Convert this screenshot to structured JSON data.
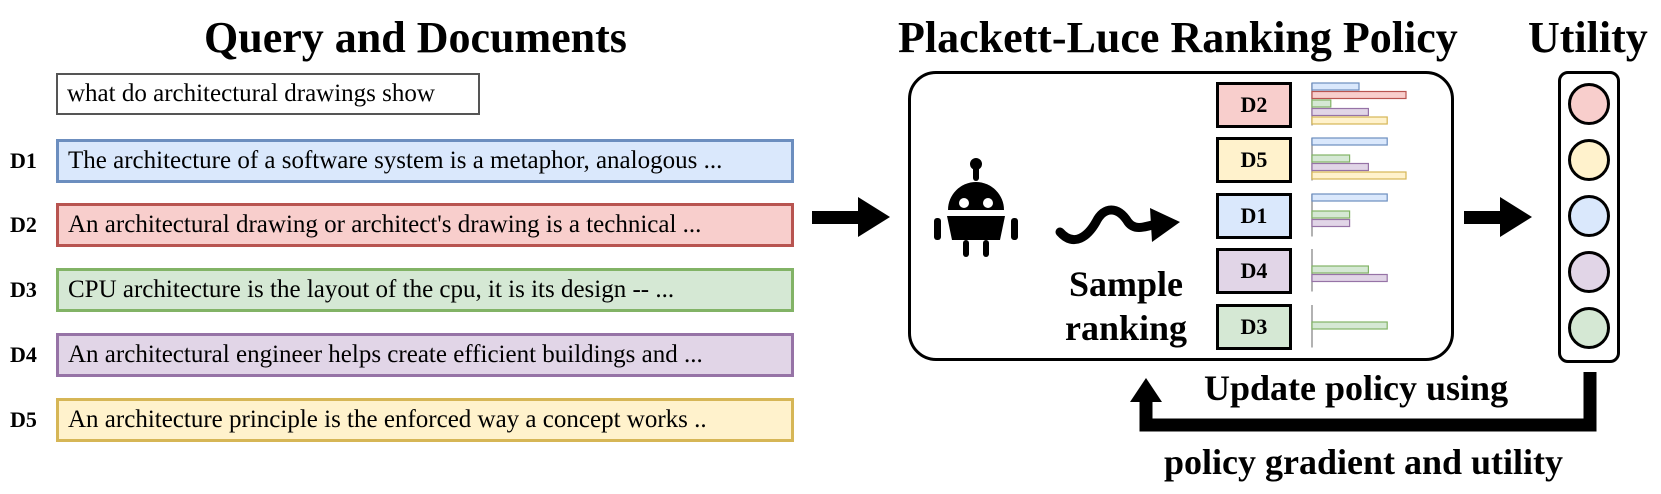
{
  "titles": {
    "query_and_documents": "Query and Documents",
    "ranking_policy": "Plackett-Luce Ranking Policy",
    "utility": "Utility"
  },
  "query": "what do architectural drawings show",
  "documents": [
    {
      "id": "D1",
      "text": "The architecture of a software system is a metaphor, analogous ...",
      "color": "blue"
    },
    {
      "id": "D2",
      "text": "An architectural drawing or architect's drawing is a technical ...",
      "color": "red"
    },
    {
      "id": "D3",
      "text": "CPU architecture is the layout of the cpu, it is its design -- ...",
      "color": "green"
    },
    {
      "id": "D4",
      "text": "An architectural engineer helps create efficient buildings and ...",
      "color": "purple"
    },
    {
      "id": "D5",
      "text": "An architecture principle is the enforced way a concept works ..",
      "color": "yellow"
    }
  ],
  "sample_label_line1": "Sample",
  "sample_label_line2": "ranking",
  "ranking": [
    {
      "id": "D2",
      "color": "red",
      "bars": {
        "blue": 0.5,
        "red": 1.0,
        "green": 0.2,
        "purple": 0.6,
        "yellow": 0.8
      }
    },
    {
      "id": "D5",
      "color": "yellow",
      "bars": {
        "blue": 0.8,
        "red": 0.0,
        "green": 0.4,
        "purple": 0.6,
        "yellow": 1.0
      }
    },
    {
      "id": "D1",
      "color": "blue",
      "bars": {
        "blue": 0.8,
        "red": 0.0,
        "green": 0.4,
        "purple": 0.4,
        "yellow": 0.0
      }
    },
    {
      "id": "D4",
      "color": "purple",
      "bars": {
        "blue": 0.0,
        "red": 0.0,
        "green": 0.6,
        "purple": 0.8,
        "yellow": 0.0
      }
    },
    {
      "id": "D3",
      "color": "green",
      "bars": {
        "blue": 0.0,
        "red": 0.0,
        "green": 0.8,
        "purple": 0.0,
        "yellow": 0.0
      }
    }
  ],
  "utility_circles": [
    "red",
    "yellow",
    "blue",
    "purple",
    "green"
  ],
  "update_line1": "Update policy using",
  "update_line2": "policy gradient and utility",
  "colors": {
    "blue": {
      "fill": "#dae8fc",
      "stroke": "#6c8ebf"
    },
    "red": {
      "fill": "#f8cecc",
      "stroke": "#b85450"
    },
    "green": {
      "fill": "#d5e8d4",
      "stroke": "#82b366"
    },
    "purple": {
      "fill": "#e1d5e7",
      "stroke": "#9673a6"
    },
    "yellow": {
      "fill": "#fff2cc",
      "stroke": "#d6b656"
    }
  },
  "icons": {
    "agent": "robot-icon",
    "sampling": "squiggle-arrow-icon"
  }
}
